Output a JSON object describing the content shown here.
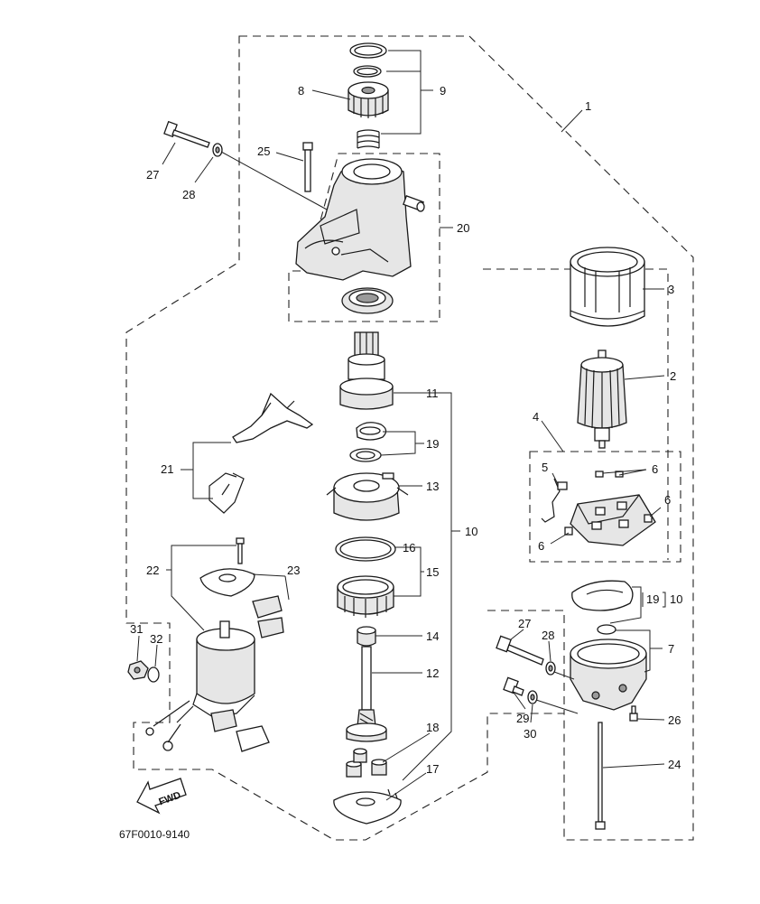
{
  "diagram_code": "67F0010-9140",
  "fwd_label": "FWD",
  "callouts": {
    "c1": "1",
    "c2": "2",
    "c3": "3",
    "c4": "4",
    "c5": "5",
    "c6a": "6",
    "c6b": "6",
    "c6c": "6",
    "c7": "7",
    "c8": "8",
    "c9": "9",
    "c10a": "10",
    "c10b": "10",
    "c11": "11",
    "c12": "12",
    "c13": "13",
    "c14": "14",
    "c15": "15",
    "c16": "16",
    "c17": "17",
    "c18": "18",
    "c19a": "19",
    "c19b": "19",
    "c20": "20",
    "c21": "21",
    "c22": "22",
    "c23": "23",
    "c24": "24",
    "c25": "25",
    "c26": "26",
    "c27a": "27",
    "c27b": "27",
    "c28a": "28",
    "c28b": "28",
    "c29": "29",
    "c30": "30",
    "c31": "31",
    "c32": "32"
  }
}
